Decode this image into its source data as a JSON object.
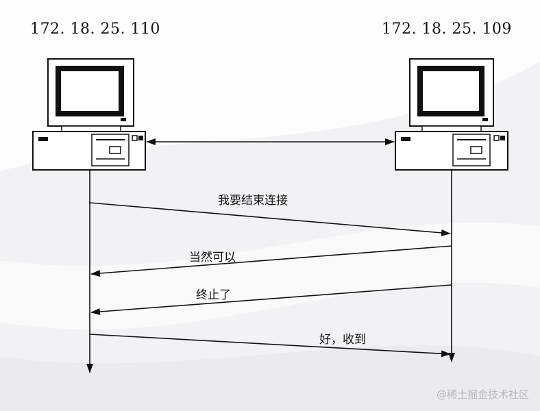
{
  "hosts": {
    "left": {
      "ip": "172. 18. 25. 110"
    },
    "right": {
      "ip": "172. 18. 25. 109"
    }
  },
  "messages": [
    {
      "text": "我要结束连接",
      "direction": "left-to-right"
    },
    {
      "text": "当然可以",
      "direction": "right-to-left"
    },
    {
      "text": "终止了",
      "direction": "right-to-left"
    },
    {
      "text": "好，收到",
      "direction": "left-to-right"
    }
  ],
  "watermark": "@稀土掘金技术社区",
  "colors": {
    "line": "#111111",
    "computer_fill": "#ffffff",
    "screen": "#111111"
  }
}
